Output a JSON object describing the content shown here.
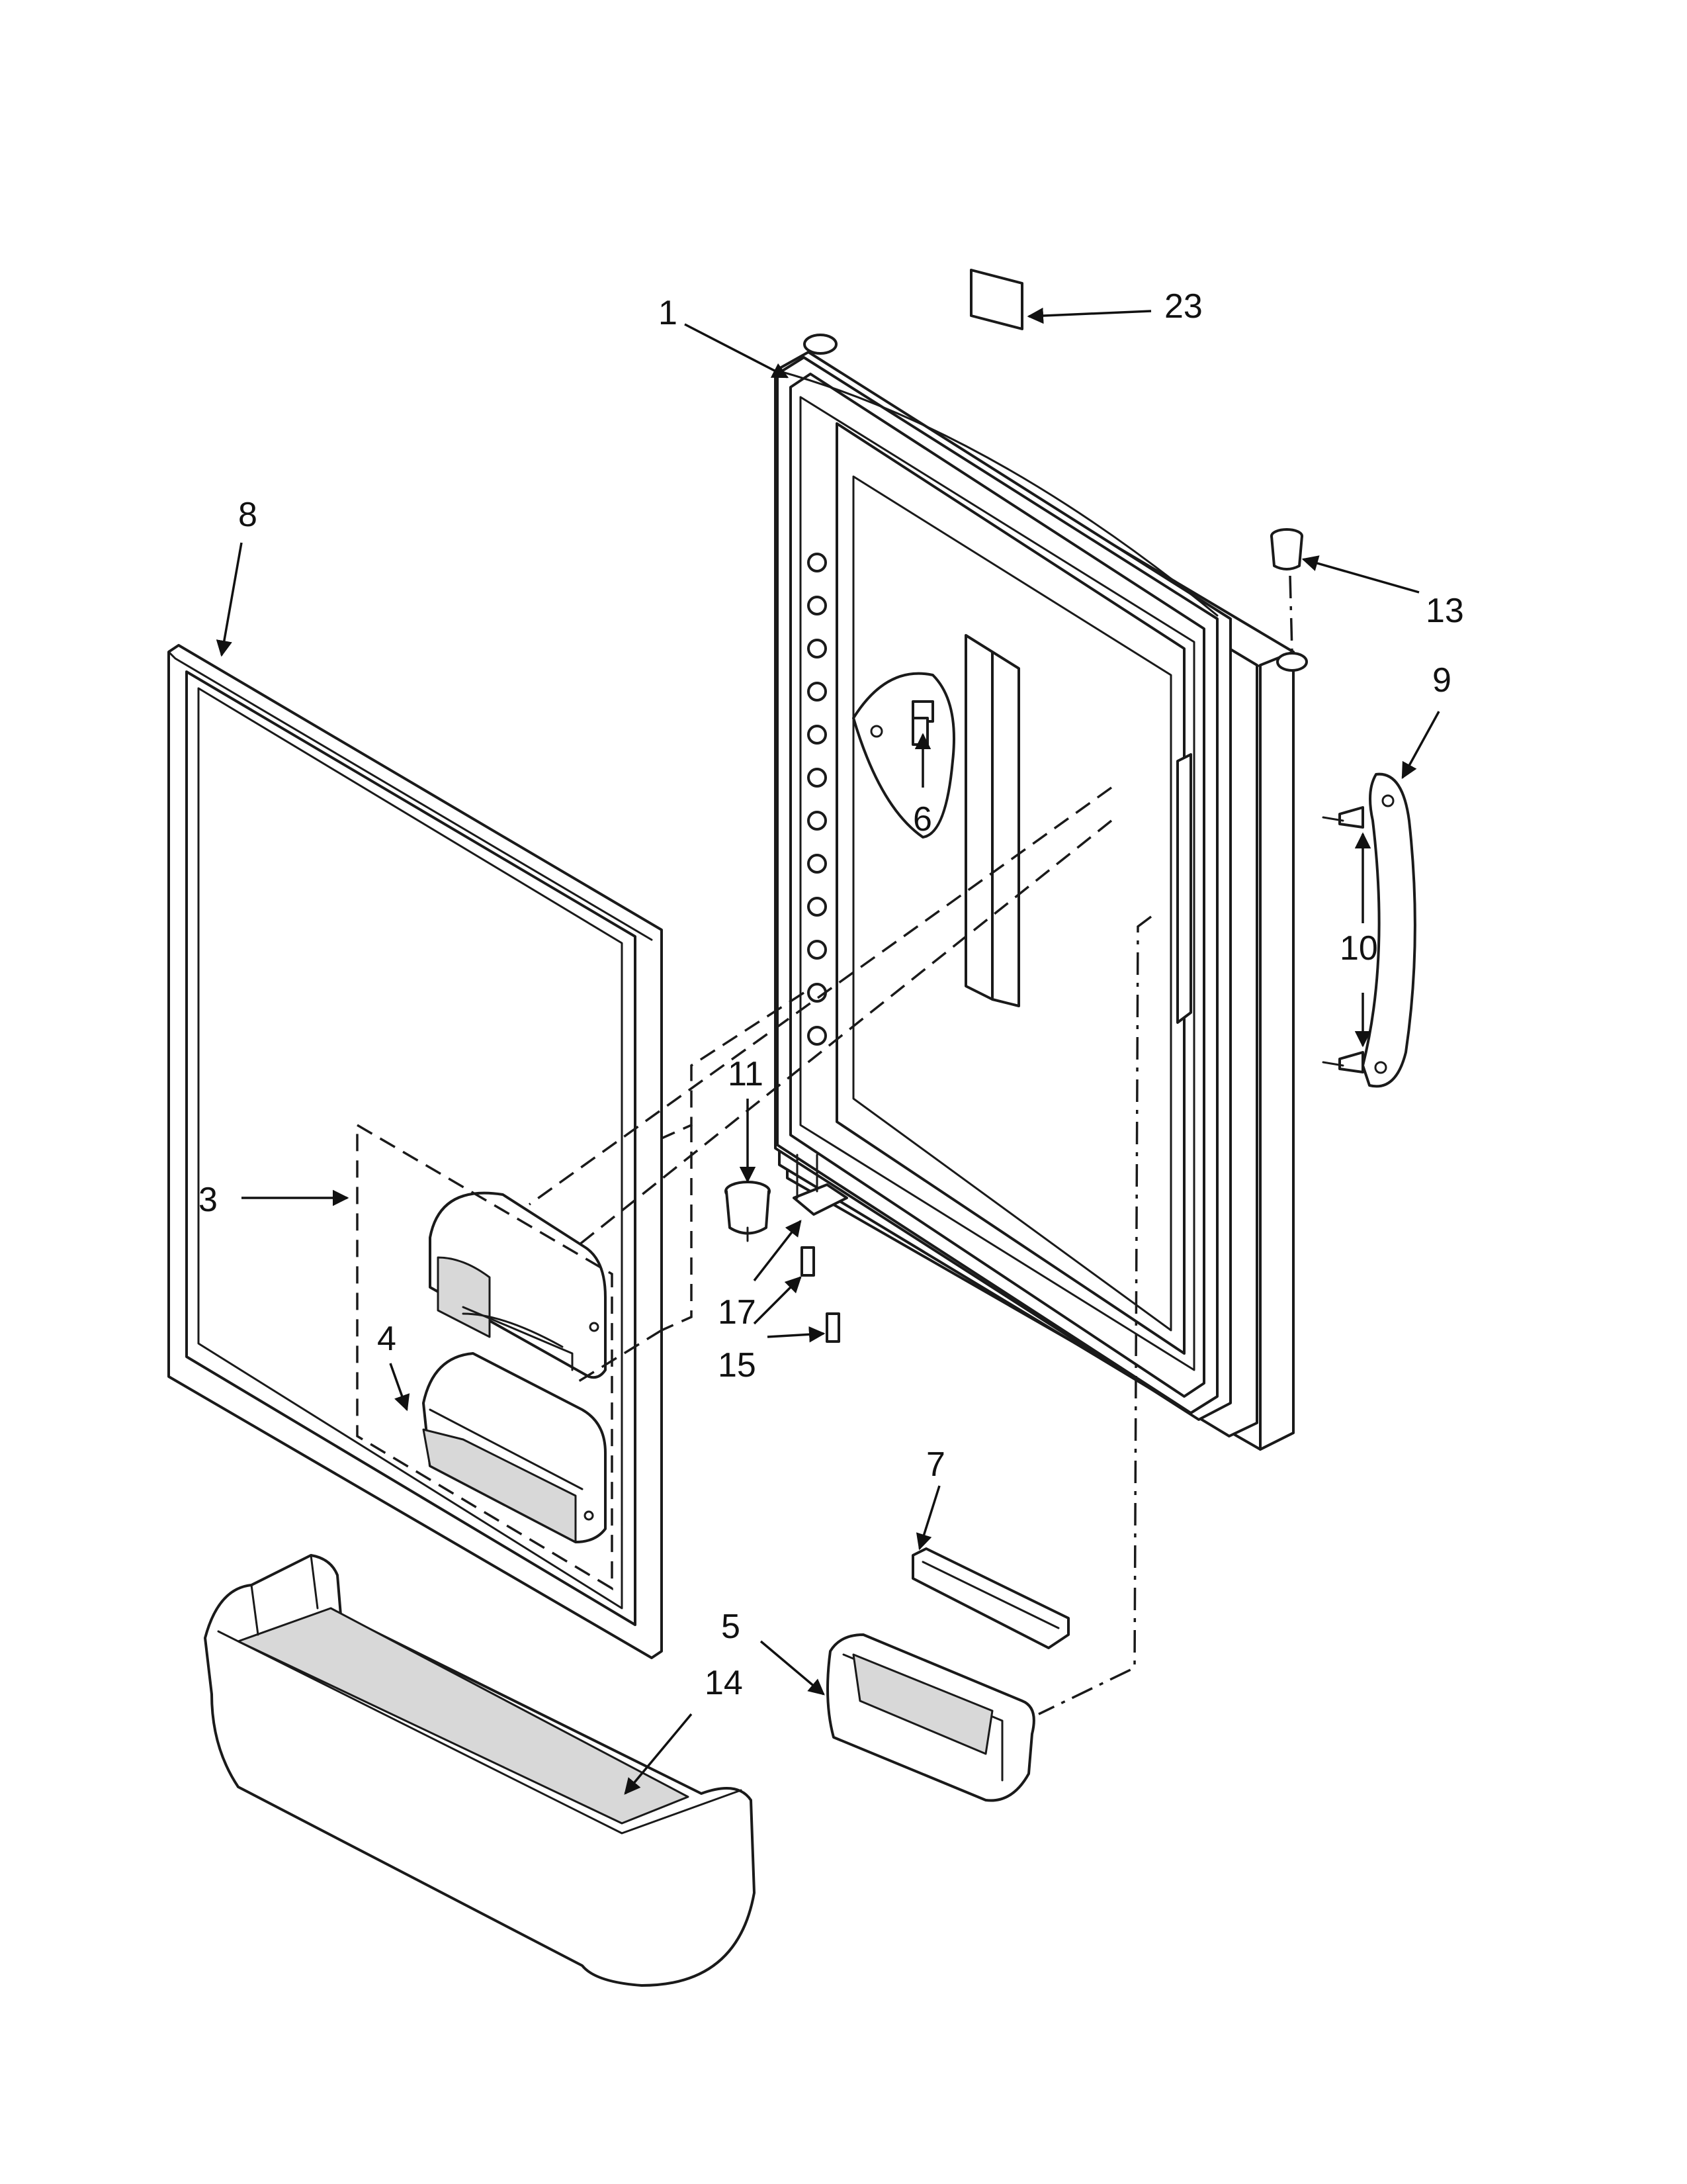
{
  "diagram": {
    "callouts": [
      {
        "id": "c1",
        "label": "1"
      },
      {
        "id": "c23",
        "label": "23"
      },
      {
        "id": "c8",
        "label": "8"
      },
      {
        "id": "c13",
        "label": "13"
      },
      {
        "id": "c9",
        "label": "9"
      },
      {
        "id": "c6",
        "label": "6"
      },
      {
        "id": "c10",
        "label": "10"
      },
      {
        "id": "c11",
        "label": "11"
      },
      {
        "id": "c3",
        "label": "3"
      },
      {
        "id": "c17",
        "label": "17"
      },
      {
        "id": "c4",
        "label": "4"
      },
      {
        "id": "c15",
        "label": "15"
      },
      {
        "id": "c7",
        "label": "7"
      },
      {
        "id": "c5",
        "label": "5"
      },
      {
        "id": "c14",
        "label": "14"
      }
    ]
  }
}
